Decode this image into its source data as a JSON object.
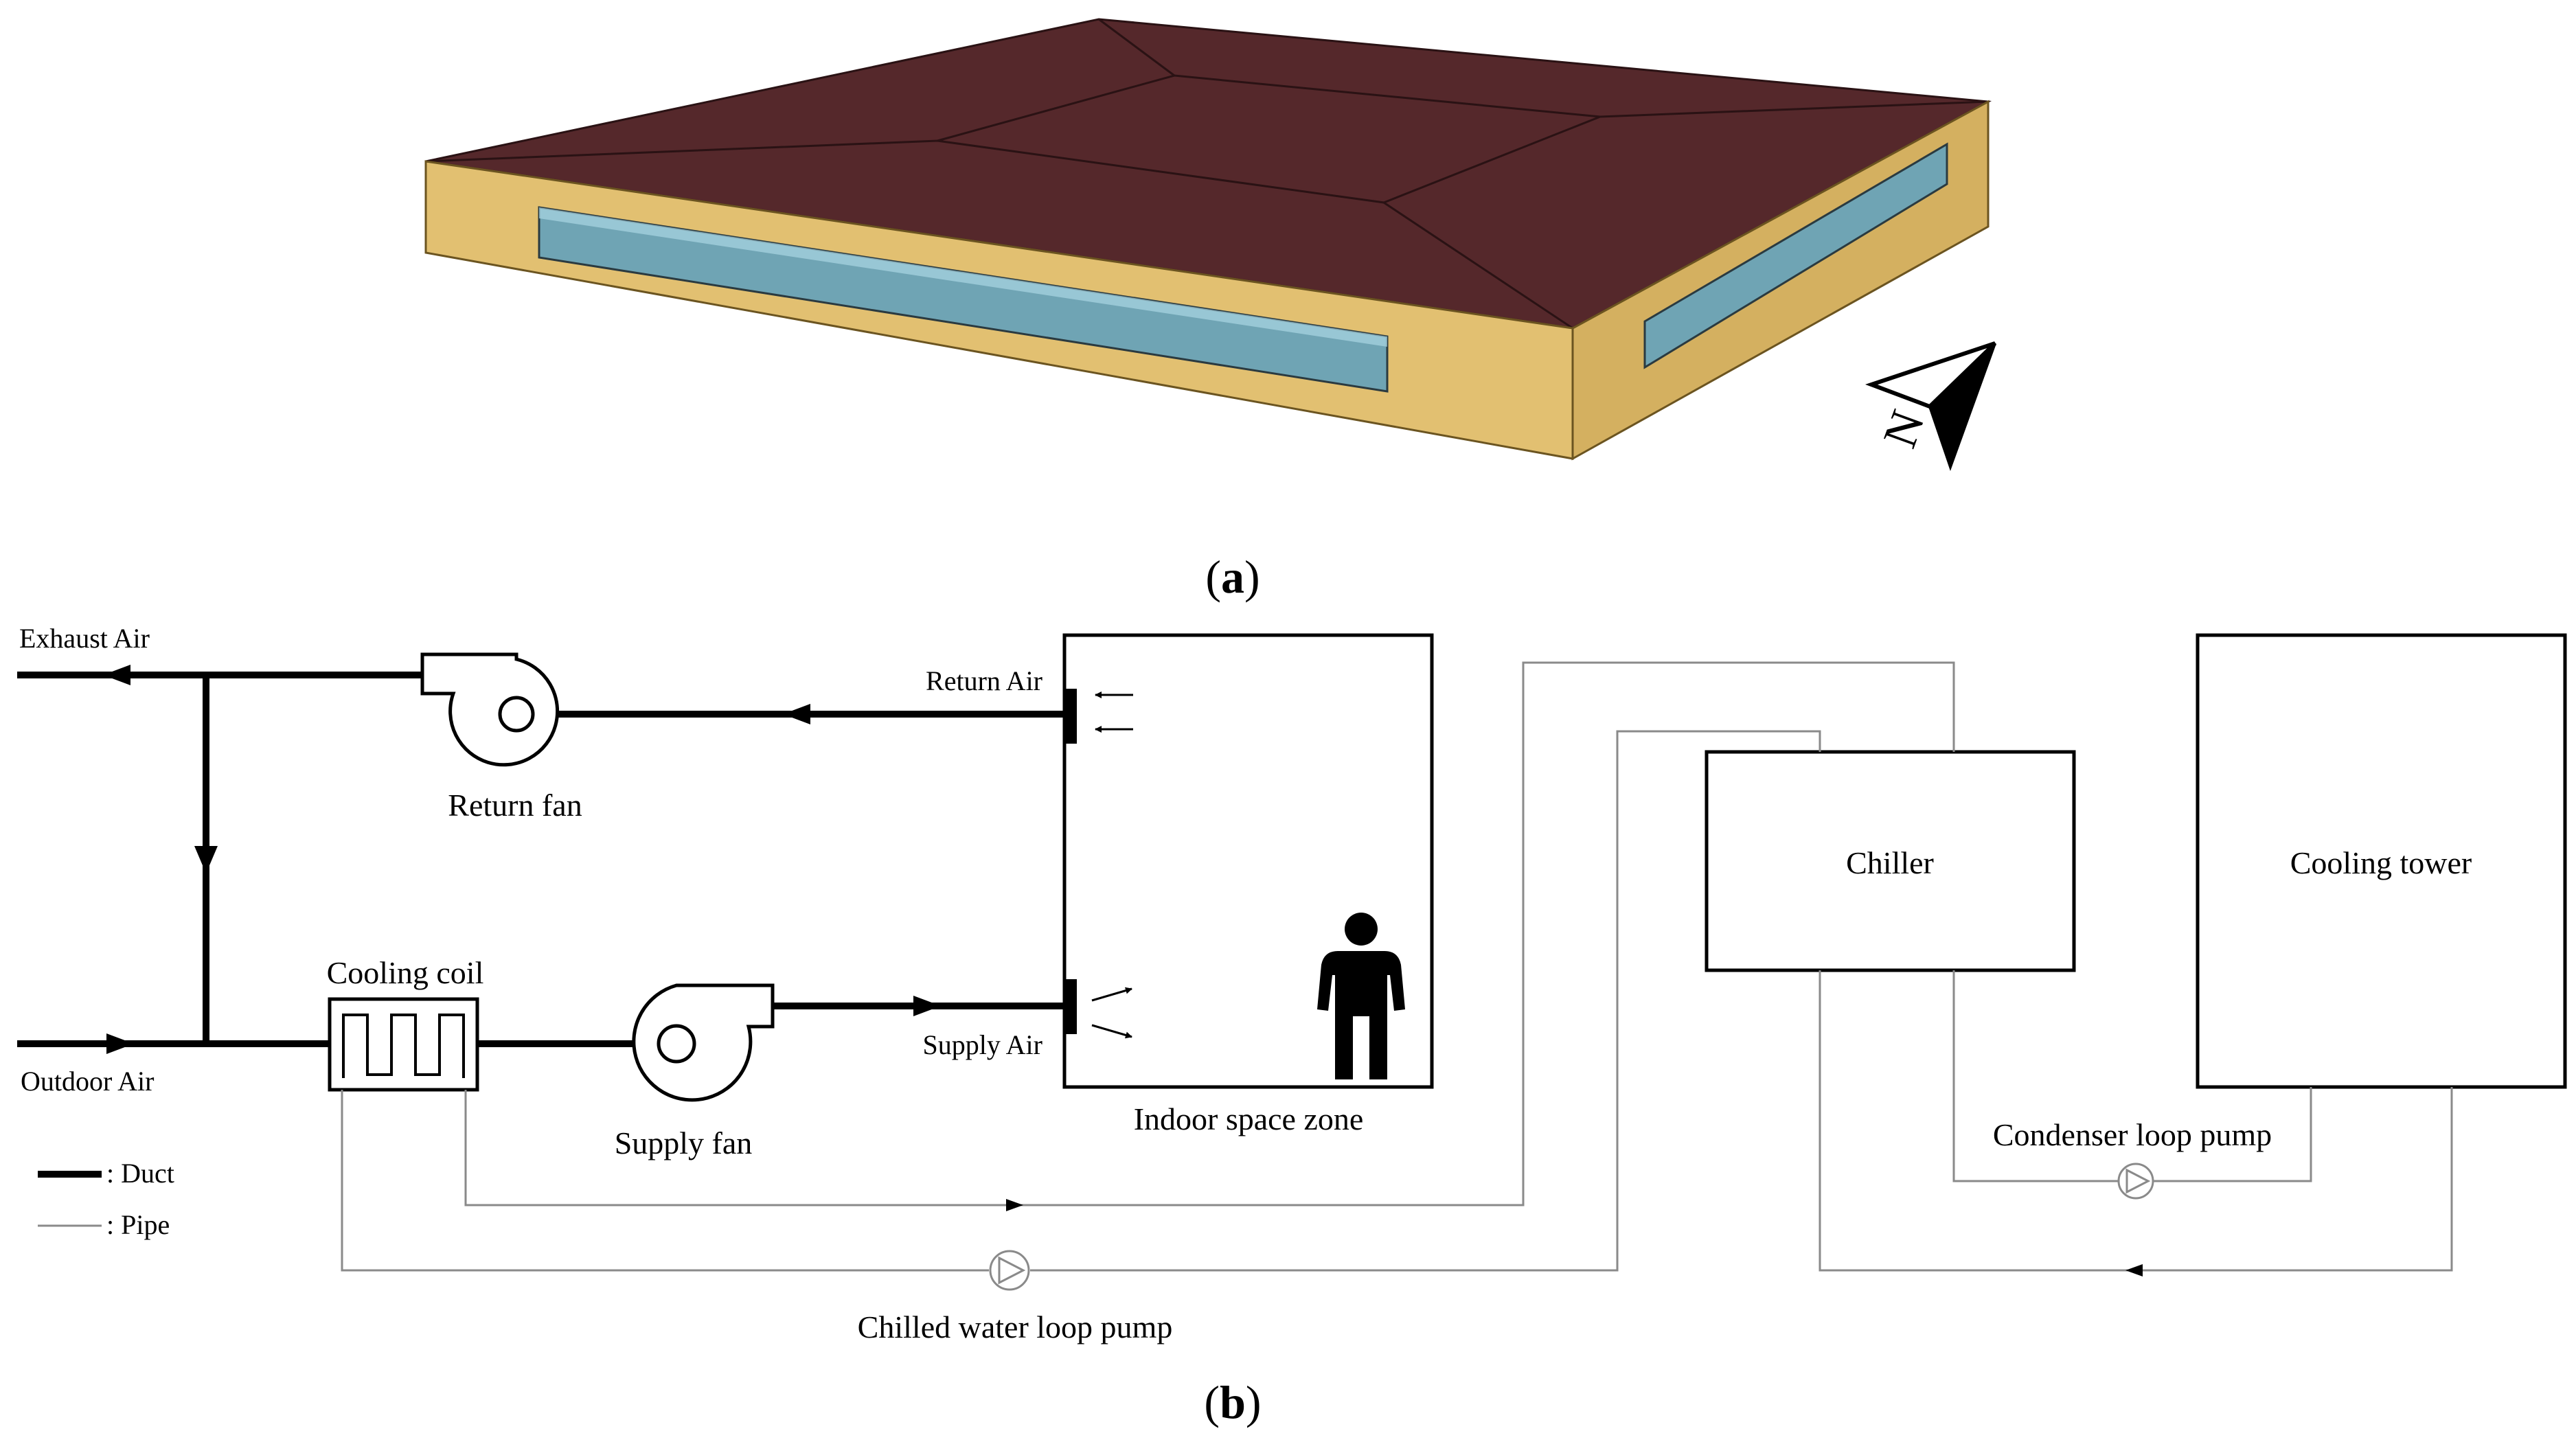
{
  "figure": {
    "part_a": {
      "caption_open": "(",
      "caption_letter": "a",
      "caption_close": ")"
    },
    "part_b": {
      "caption_open": "(",
      "caption_letter": "b",
      "caption_close": ")"
    }
  },
  "building": {
    "roof_color": "#55282b",
    "wall_color": "#e2c071",
    "window_color": "#6fa4b4",
    "north_label": "N"
  },
  "hvac": {
    "exhaust_air": "Exhaust Air",
    "outdoor_air": "Outdoor Air",
    "return_fan": "Return fan",
    "supply_fan": "Supply fan",
    "cooling_coil": "Cooling coil",
    "return_air": "Return Air",
    "supply_air": "Supply Air",
    "indoor_zone": "Indoor space zone",
    "chiller": "Chiller",
    "cooling_tower": "Cooling tower",
    "condenser_pump": "Condenser loop pump",
    "chilled_pump": "Chilled water loop pump",
    "legend": {
      "duct": ": Duct",
      "pipe": ": Pipe"
    }
  }
}
